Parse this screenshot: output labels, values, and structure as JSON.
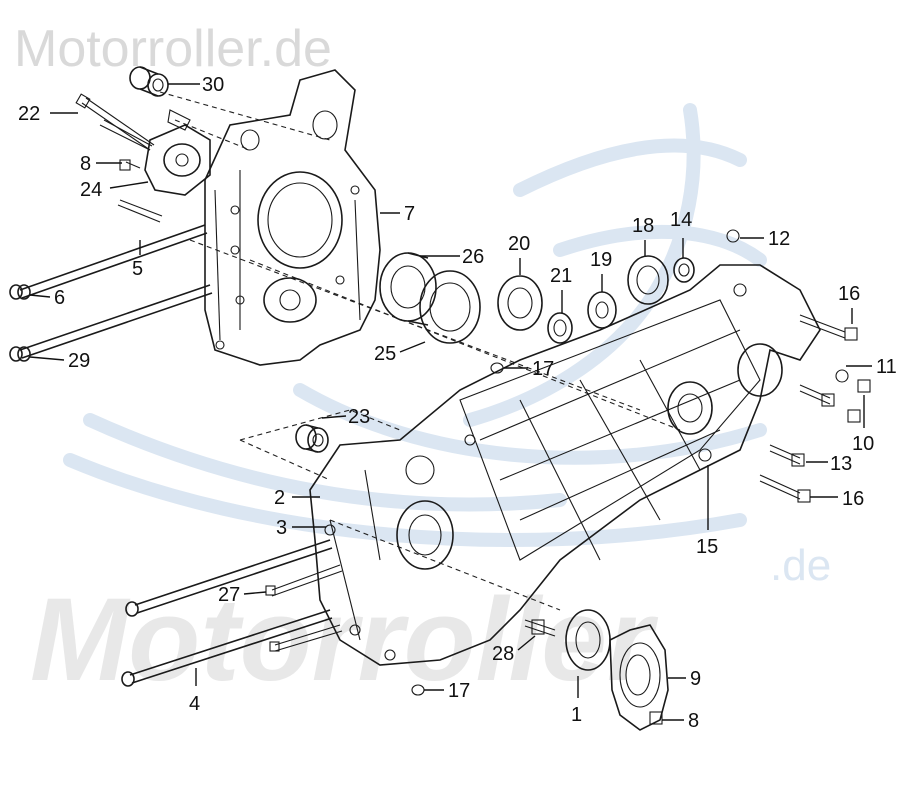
{
  "watermark": {
    "top_text": "Motorroller.de",
    "center_text": "Motorroller",
    "center_suffix": ".de",
    "color_text": "#d9d9d9",
    "color_swoosh": "#dbe6f2"
  },
  "callouts": [
    {
      "id": "c30",
      "text": "30"
    },
    {
      "id": "c22",
      "text": "22"
    },
    {
      "id": "c8a",
      "text": "8"
    },
    {
      "id": "c24",
      "text": "24"
    },
    {
      "id": "c7",
      "text": "7"
    },
    {
      "id": "c5",
      "text": "5"
    },
    {
      "id": "c6",
      "text": "6"
    },
    {
      "id": "c29",
      "text": "29"
    },
    {
      "id": "c26",
      "text": "26"
    },
    {
      "id": "c25",
      "text": "25"
    },
    {
      "id": "c20",
      "text": "20"
    },
    {
      "id": "c21",
      "text": "21"
    },
    {
      "id": "c19",
      "text": "19"
    },
    {
      "id": "c18",
      "text": "18"
    },
    {
      "id": "c14",
      "text": "14"
    },
    {
      "id": "c12",
      "text": "12"
    },
    {
      "id": "c16a",
      "text": "16"
    },
    {
      "id": "c11",
      "text": "11"
    },
    {
      "id": "c10",
      "text": "10"
    },
    {
      "id": "c13",
      "text": "13"
    },
    {
      "id": "c16b",
      "text": "16"
    },
    {
      "id": "c15",
      "text": "15"
    },
    {
      "id": "c17a",
      "text": "17"
    },
    {
      "id": "c23",
      "text": "23"
    },
    {
      "id": "c2",
      "text": "2"
    },
    {
      "id": "c3",
      "text": "3"
    },
    {
      "id": "c27",
      "text": "27"
    },
    {
      "id": "c28",
      "text": "28"
    },
    {
      "id": "c17b",
      "text": "17"
    },
    {
      "id": "c4",
      "text": "4"
    },
    {
      "id": "c1",
      "text": "1"
    },
    {
      "id": "c9",
      "text": "9"
    },
    {
      "id": "c8b",
      "text": "8"
    }
  ]
}
